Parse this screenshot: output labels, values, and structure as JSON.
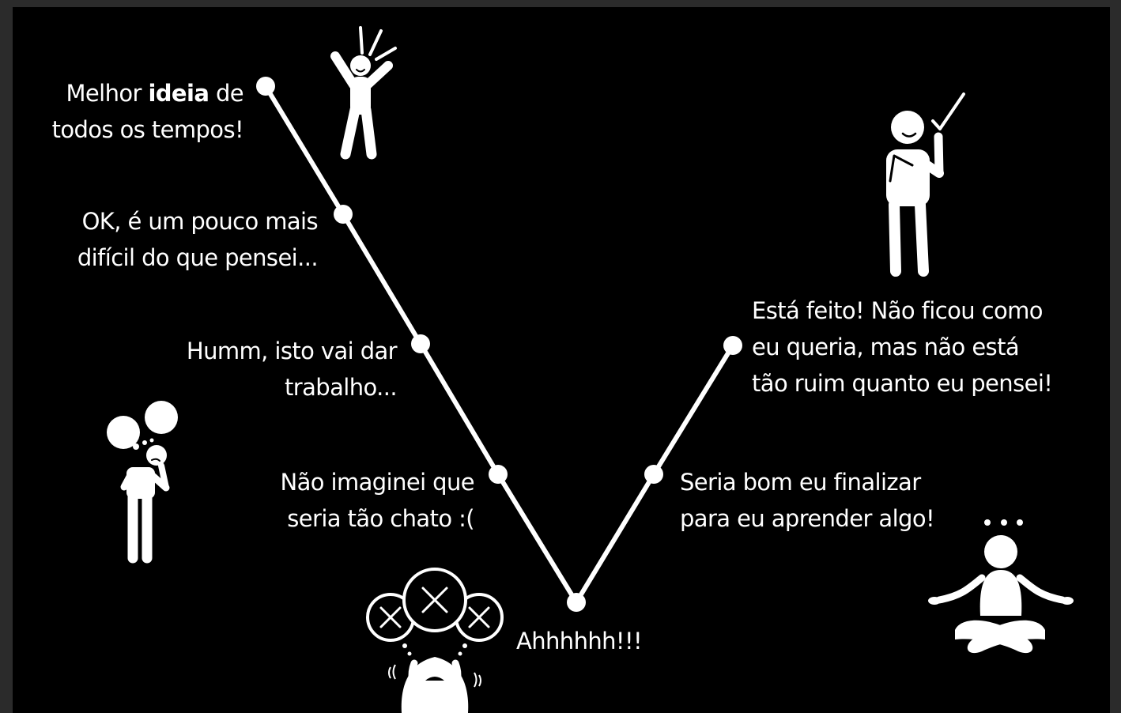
{
  "colors": {
    "background": "#000000",
    "frame": "#2b2b2b",
    "line": "#ffffff",
    "text": "#ffffff"
  },
  "labels": {
    "best_idea": {
      "pre": "Melhor ",
      "bold": "ideia",
      "post": " de",
      "line2": "todos os tempos!"
    },
    "ok_harder": {
      "line1": "OK, é um pouco mais",
      "line2": "difícil do que pensei..."
    },
    "humm": {
      "line1": "Humm, isto vai dar",
      "line2": "trabalho..."
    },
    "not_imagined": {
      "line1": "Não imaginei que",
      "line2": "seria tão chato :("
    },
    "ahhh": {
      "line1": "Ahhhhhh!!!"
    },
    "should_finish": {
      "line1": "Seria bom eu finalizar",
      "line2": "para eu aprender algo!"
    },
    "done": {
      "line1": "Está feito! Não ficou como",
      "line2": "eu queria, mas não está",
      "line3": "tão ruim quanto eu pensei!"
    }
  },
  "icons": {
    "excited": "excited-person-icon",
    "thinking": "thinking-person-icon",
    "frustrated": "frustrated-person-icon",
    "meditating": "meditating-person-icon",
    "satisfied": "satisfied-person-icon"
  }
}
